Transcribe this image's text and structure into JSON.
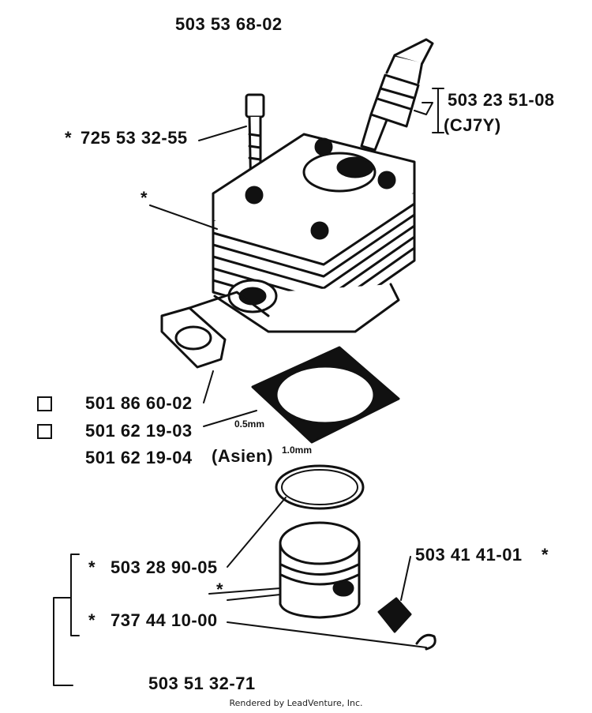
{
  "title_part": "503 53 68-02",
  "parts": {
    "bolt": "725 53 32-55",
    "spark_plug": "503 23 51-08",
    "spark_plug_type": "(CJ7Y)",
    "cylinder_star": "*",
    "gasket_intake": "501 86 60-02",
    "gasket_base": "501 62 19-03",
    "gasket_base_asia": "501 62 19-04",
    "asia_note": "(Asien)",
    "thickness_a": "0.5mm",
    "thickness_b": "1.0mm",
    "piston_ring": "503 28 90-05",
    "piston_pin": "737 44 10-00",
    "needle_bearing": "503 41 41-01",
    "piston_kit": "503 51 32-71",
    "piston_star": "*"
  },
  "markers": {
    "asterisk": "*"
  },
  "footer": "Rendered by LeadVenture, Inc."
}
